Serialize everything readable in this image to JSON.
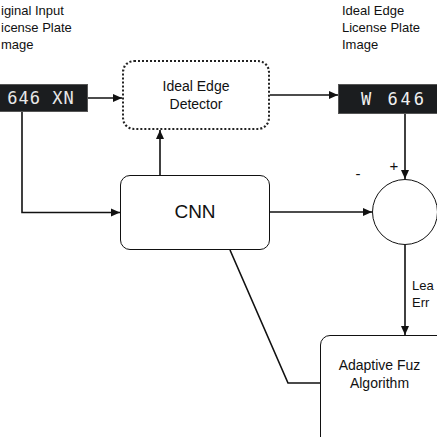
{
  "diagram": {
    "nodes": [
      {
        "text": [
          "iginal Input icense Plate mage",
          "646 XN"
        ]
      },
      {
        "text": [
          "Ideal Edge Detector"
        ]
      },
      {
        "text": [
          "Ideal Edge License Plate Image",
          "W 646"
        ]
      },
      {
        "text": [
          "CNN"
        ]
      },
      {
        "text": [
          "+",
          "-"
        ]
      },
      {
        "text": [
          "Adaptive Fuz Algorithm"
        ]
      }
    ],
    "edges": [
      {
        "from": 0,
        "to": 1,
        "arrow": "to"
      },
      {
        "from": 0,
        "to": 3,
        "arrow": "to"
      },
      {
        "from": 3,
        "to": 1,
        "arrow": "to"
      },
      {
        "from": 1,
        "to": 2,
        "arrow": "to"
      },
      {
        "from": 2,
        "to": 4,
        "arrow": "to"
      },
      {
        "from": 3,
        "to": 4,
        "arrow": "to"
      },
      {
        "from": 4,
        "to": 5,
        "label": "Lea Err",
        "arrow": "to"
      },
      {
        "from": 5,
        "to": 3,
        "arrow": "none"
      }
    ]
  }
}
